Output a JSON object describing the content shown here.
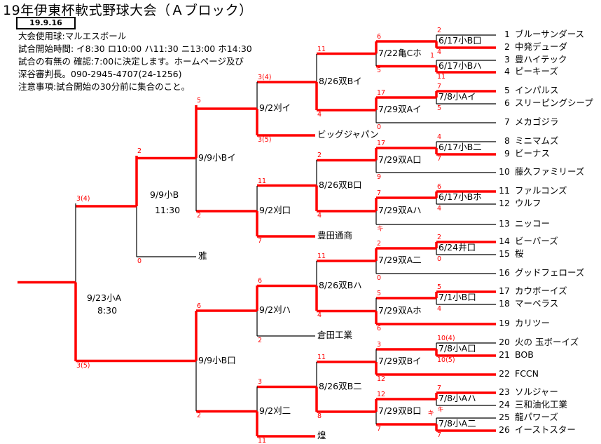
{
  "title": "19年伊東杯軟式野球大会（Ａブロック）",
  "date": "19.9.16",
  "info": [
    "大会使用球:マルエスボール",
    "試合開始時間: イ8:30  ロ10:00  ハ11:30  ニ13:00  ホ14:30",
    "試合の有無の 確認:7:00に決定します。ホームページ及び",
    "深谷審判長。090-2945-4707(24-1256)",
    "注意事項:試合開始の30分前に集合のこと。"
  ],
  "teams": [
    {
      "num": "1",
      "name": "ブルーサンダース"
    },
    {
      "num": "2",
      "name": "中発デューダ"
    },
    {
      "num": "3",
      "name": "豊ハイテック"
    },
    {
      "num": "4",
      "name": "ピーキーズ"
    },
    {
      "num": "5",
      "name": "インパルス"
    },
    {
      "num": "6",
      "name": "スリーピングシープ"
    },
    {
      "num": "7",
      "name": "メカゴジラ"
    },
    {
      "num": "8",
      "name": "ミニマムズ"
    },
    {
      "num": "9",
      "name": "ビーナス"
    },
    {
      "num": "10",
      "name": "藤久ファミリーズ"
    },
    {
      "num": "11",
      "name": "ファルコンズ"
    },
    {
      "num": "12",
      "name": "ウルフ"
    },
    {
      "num": "13",
      "name": "ニッコー"
    },
    {
      "num": "14",
      "name": "ビーバーズ"
    },
    {
      "num": "15",
      "name": "桜"
    },
    {
      "num": "16",
      "name": "グッドフェローズ"
    },
    {
      "num": "17",
      "name": "カウボーイズ"
    },
    {
      "num": "18",
      "name": "マーベラス"
    },
    {
      "num": "19",
      "name": "カリツー"
    },
    {
      "num": "20",
      "name": "火の 玉ボーイズ"
    },
    {
      "num": "21",
      "name": "BOB"
    },
    {
      "num": "22",
      "name": "FCCN"
    },
    {
      "num": "23",
      "name": "ソルジャー"
    },
    {
      "num": "24",
      "name": "三和油化工業"
    },
    {
      "num": "25",
      "name": "龍パワーズ"
    },
    {
      "num": "26",
      "name": "イーストスター"
    }
  ],
  "seeded": [
    "ビッグジャパン",
    "豊田通商",
    "倉田工業",
    "煌",
    "雅"
  ],
  "matches": [
    {
      "label": "6/17小B口",
      "scores": [
        "2",
        "4"
      ]
    },
    {
      "label": "6/17小Bハ",
      "scores": [
        "1",
        "11"
      ]
    },
    {
      "label": "7/8小Aイ",
      "scores": [
        "7",
        "5"
      ]
    },
    {
      "label": "6/17小B二",
      "scores": [
        "4",
        "7"
      ]
    },
    {
      "label": "6/17小Bホ",
      "scores": [
        "6",
        "4"
      ]
    },
    {
      "label": "6/24井口",
      "scores": [
        "2",
        "0"
      ]
    },
    {
      "label": "7/1小B口",
      "scores": [
        "5",
        "4"
      ]
    },
    {
      "label": "7/8小A口",
      "scores": [
        "10(4)",
        "10(5)"
      ]
    },
    {
      "label": "7/8小Aハ",
      "scores": [
        "7",
        "キ"
      ]
    },
    {
      "label": "7/8小A二",
      "scores": [
        "キ",
        "7"
      ]
    },
    {
      "label": "7/22亀Cホ",
      "scores": [
        "6",
        "5"
      ]
    },
    {
      "label": "7/29双Aイ",
      "scores": [
        "17",
        "0"
      ]
    },
    {
      "label": "7/29双A口",
      "scores": [
        "17",
        "9"
      ]
    },
    {
      "label": "7/29双Aハ",
      "scores": [
        "7",
        "キ"
      ]
    },
    {
      "label": "7/29双A二",
      "scores": [
        "2",
        "0"
      ]
    },
    {
      "label": "7/29双Aホ",
      "scores": [
        "5",
        "6"
      ]
    },
    {
      "label": "7/29双Bイ",
      "scores": [
        "3",
        "12"
      ]
    },
    {
      "label": "7/29双B口",
      "scores": [
        "12",
        "7"
      ]
    },
    {
      "label": "8/26双Bイ",
      "scores": [
        "11",
        "4"
      ]
    },
    {
      "label": "8/26双B口",
      "scores": [
        "2",
        "4"
      ]
    },
    {
      "label": "8/26双Bハ",
      "scores": [
        "11",
        "4"
      ]
    },
    {
      "label": "8/26双B二",
      "scores": [
        "11",
        "8"
      ]
    },
    {
      "label": "9/2刈イ",
      "scores": [
        "3(4)",
        "3(5)"
      ]
    },
    {
      "label": "9/2刈口",
      "scores": [
        "11",
        "7"
      ]
    },
    {
      "label": "9/2刈ハ",
      "scores": [
        "6",
        "2"
      ]
    },
    {
      "label": "9/2刈二",
      "scores": [
        "3",
        "11"
      ]
    },
    {
      "label": "9/9小Bイ",
      "scores": [
        "5",
        "2"
      ]
    },
    {
      "label": "9/9小B口",
      "scores": [
        "6",
        "2"
      ]
    },
    {
      "label": "9/9小B",
      "label2": "11:30",
      "scores": [
        "2",
        "0"
      ]
    },
    {
      "label": "9/23小A",
      "label2": "8:30",
      "scores": [
        "3(4)",
        "3(5)"
      ]
    }
  ],
  "colors": {
    "win_line": "#ff0000",
    "line": "#000000",
    "score": "#ff0000"
  }
}
